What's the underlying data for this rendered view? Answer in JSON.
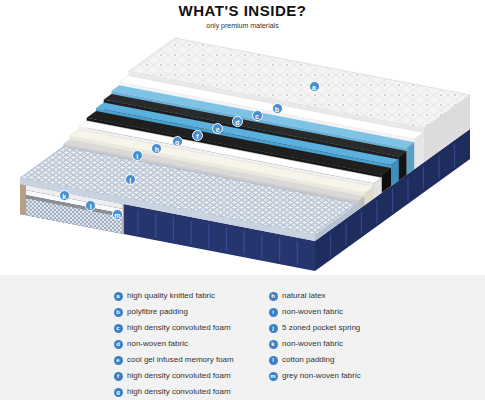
{
  "diagram": {
    "title": "WHAT'S INSIDE?",
    "labels": [
      "only premium materials",
      "a",
      "b",
      "c",
      "d",
      "e",
      "f",
      "g",
      "h",
      "i",
      "j",
      "k",
      "l",
      "m",
      "a",
      "b",
      "c",
      "d",
      "e",
      "f",
      "g",
      "h",
      "i",
      "j",
      "k",
      "l",
      "m"
    ],
    "legend": [
      {
        "text": "high quality knitted fabric"
      },
      {
        "text": "polyfibre padding"
      },
      {
        "text": "high density convoluted foam"
      },
      {
        "text": "non-woven fabric"
      },
      {
        "text": "cool gel infused memory foam"
      },
      {
        "text": "high density convoluted foam"
      },
      {
        "text": "high density convoluted foam"
      },
      {
        "text": "natural latex"
      },
      {
        "text": "non-woven fabric"
      },
      {
        "text": "5 zoned pocket spring"
      },
      {
        "text": "non-woven fabric"
      },
      {
        "text": "cotton padding"
      },
      {
        "text": "grey non-woven fabric"
      }
    ]
  }
}
